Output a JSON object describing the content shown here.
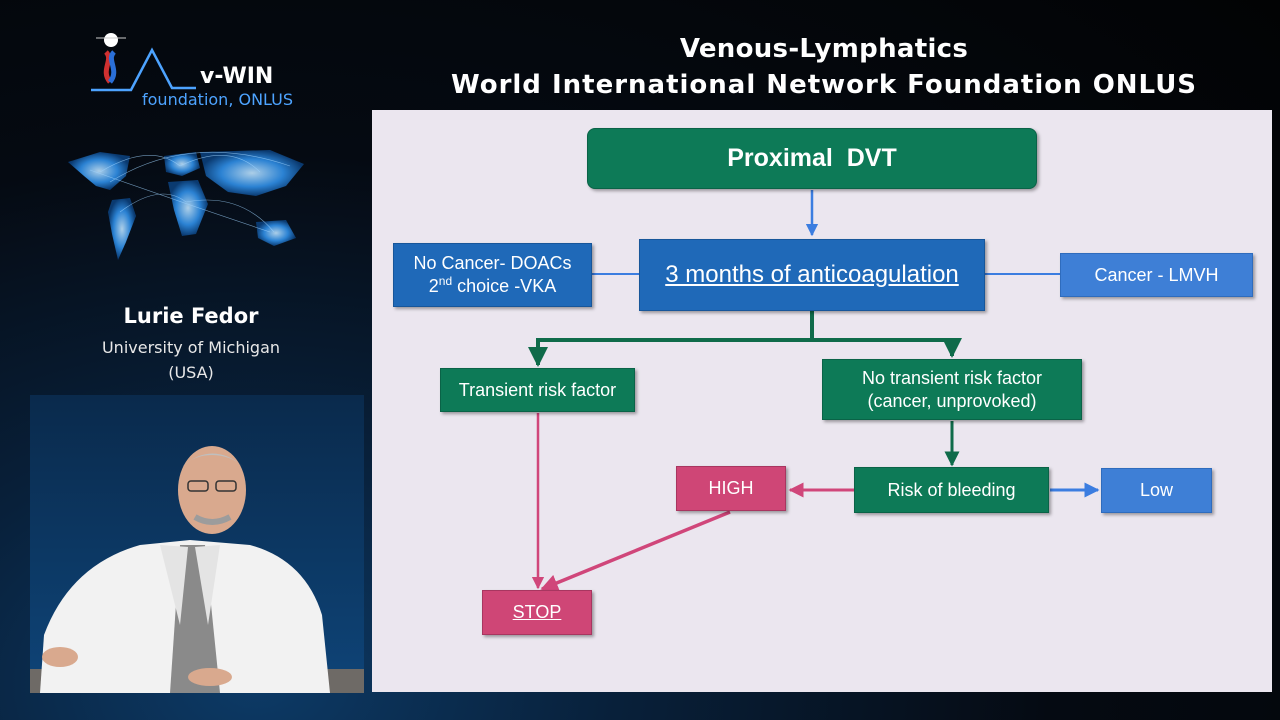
{
  "header": {
    "title_line1": "Venous-Lymphatics",
    "title_line2": "World International Network Foundation ONLUS"
  },
  "logo": {
    "name": "v-WIN",
    "subtitle": "foundation, ONLUS"
  },
  "speaker": {
    "name": "Lurie Fedor",
    "affiliation": "University of Michigan",
    "country": "(USA)"
  },
  "flowchart": {
    "proximal_dvt": "Proximal  DVT",
    "anticoagulation": "3 months of anticoagulation",
    "no_cancer_line1": "No Cancer- DOACs",
    "no_cancer_line2_num": "2",
    "no_cancer_line2_sup": "nd",
    "no_cancer_line2_rest": " choice -VKA",
    "cancer": "Cancer - LMVH",
    "transient": "Transient risk factor",
    "no_transient_line1": "No transient risk factor",
    "no_transient_line2": "(cancer, unprovoked)",
    "risk_bleeding": "Risk of bleeding",
    "high": "HIGH",
    "low": "Low",
    "stop": "STOP"
  },
  "colors": {
    "green": "#0d7a57",
    "dark_blue": "#1f69b8",
    "light_blue": "#3e7fd6",
    "pink": "#cf4676",
    "arrow_blue": "#3b7de0",
    "arrow_green": "#0f6b4a",
    "arrow_pink": "#d0467a"
  }
}
